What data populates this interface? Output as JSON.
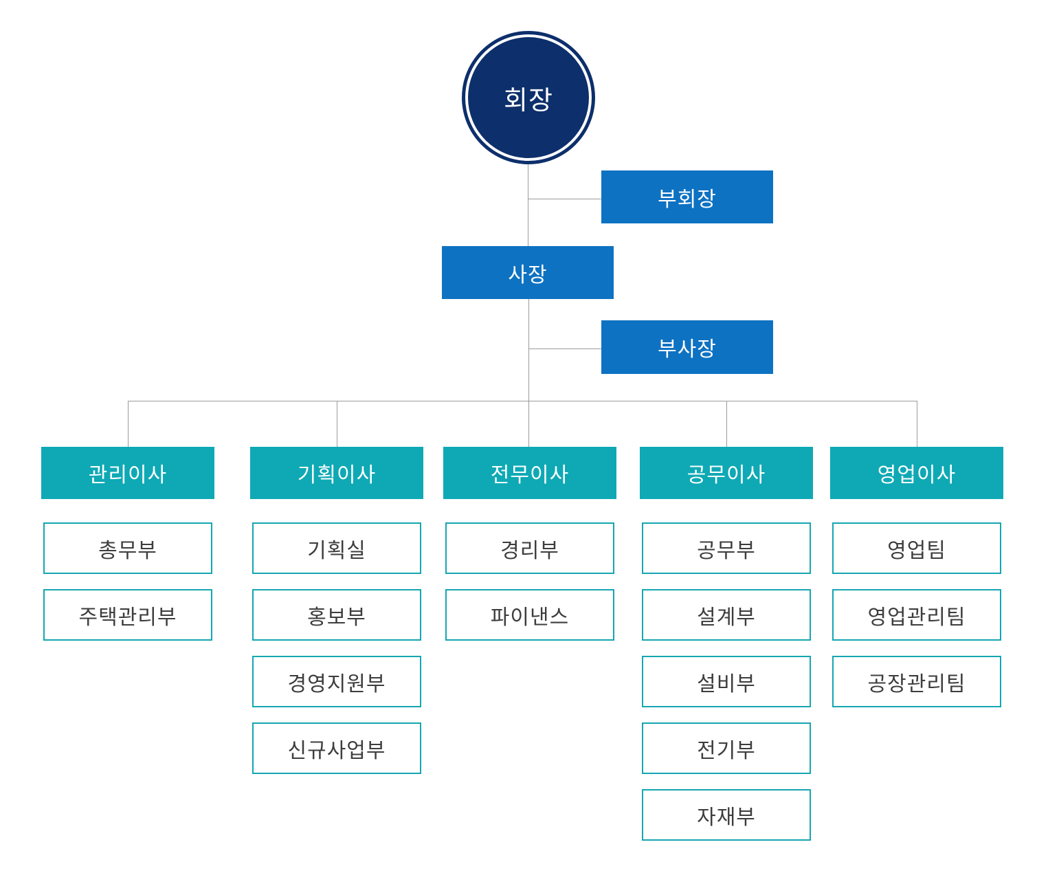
{
  "org_chart": {
    "type": "organization-chart",
    "chairman": "회장",
    "vice_chairman": "부회장",
    "president": "사장",
    "vice_president": "부사장",
    "divisions": [
      {
        "title": "관리이사",
        "departments": [
          "총무부",
          "주택관리부"
        ]
      },
      {
        "title": "기획이사",
        "departments": [
          "기획실",
          "홍보부",
          "경영지원부",
          "신규사업부"
        ]
      },
      {
        "title": "전무이사",
        "departments": [
          "경리부",
          "파이낸스"
        ]
      },
      {
        "title": "공무이사",
        "departments": [
          "공무부",
          "설계부",
          "설비부",
          "전기부",
          "자재부"
        ]
      },
      {
        "title": "영업이사",
        "departments": [
          "영업팀",
          "영업관리팀",
          "공장관리팀"
        ]
      }
    ],
    "colors": {
      "chairman_navy": "#0d2f6b",
      "executive_blue": "#0e72c2",
      "division_teal": "#0ea9b5",
      "department_border_teal": "#14a6b2",
      "department_text": "#3d3d3d",
      "connector_gray": "#9b9b9b",
      "background": "#ffffff"
    }
  }
}
